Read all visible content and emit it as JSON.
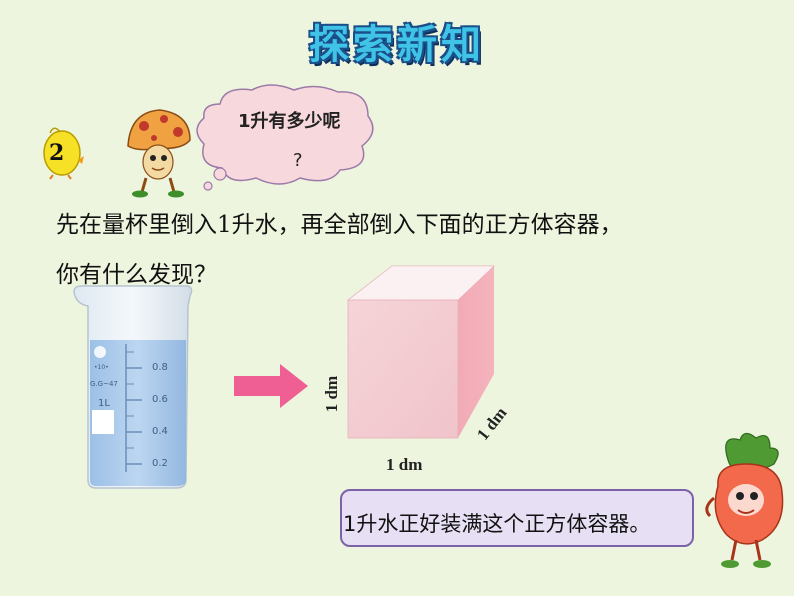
{
  "title": "探索新知",
  "badge": "2",
  "bubble": {
    "line1": "1升有多少呢",
    "line2": "?"
  },
  "prompt": {
    "line1": "先在量杯里倒入1升水，再全部倒入下面的正方体容器，",
    "line2": "你有什么发现？"
  },
  "beaker": {
    "ticks": [
      "0.8",
      "0.6",
      "0.4",
      "0.2"
    ],
    "label_main": "1L",
    "label_small1": "•10•",
    "label_small2": "G.G~47"
  },
  "cube": {
    "height_label": "1 dm",
    "depth_label": "1 dm",
    "width_label": "1 dm"
  },
  "answer": "1升水正好装满这个正方体容器。",
  "colors": {
    "title": "#3fc4e8",
    "arrow": "#ef5f93",
    "cube": "#f1c7cb",
    "answer_bg": "#e7dff3",
    "water": "#a8c9ea"
  }
}
